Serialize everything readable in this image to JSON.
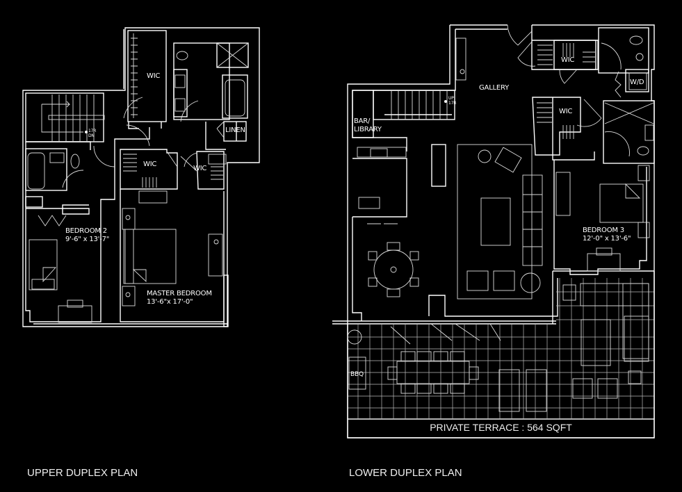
{
  "upper_plan": {
    "title": "UPPER DUPLEX PLAN",
    "rooms": {
      "wic_1": "WIC",
      "wic_2": "WIC",
      "wic_3": "WIC",
      "linen": "LINEN",
      "bedroom_2_name": "BEDROOM 2",
      "bedroom_2_size": "9'-6\" x 13'-7\"",
      "master_name": "MASTER BEDROOM",
      "master_size": "13'-6\"x 17'-0\""
    },
    "stair": {
      "line1": "17R",
      "line2": "DN"
    }
  },
  "lower_plan": {
    "title": "LOWER DUPLEX PLAN",
    "rooms": {
      "gallery": "GALLERY",
      "bar_line1": "BAR/",
      "bar_line2": "LIBRARY",
      "wic_1": "WIC",
      "wic_2": "WIC",
      "wd": "W/D",
      "bedroom_3_name": "BEDROOM 3",
      "bedroom_3_size": "12'-0\" x 13'-6\"",
      "bbq": "BBQ"
    },
    "stair": {
      "line1": "UP",
      "line2": "17R"
    },
    "terrace_label": "PRIVATE TERRACE : 564 SQFT"
  },
  "colors": {
    "background": "#000000",
    "lines": "#ffffff"
  }
}
